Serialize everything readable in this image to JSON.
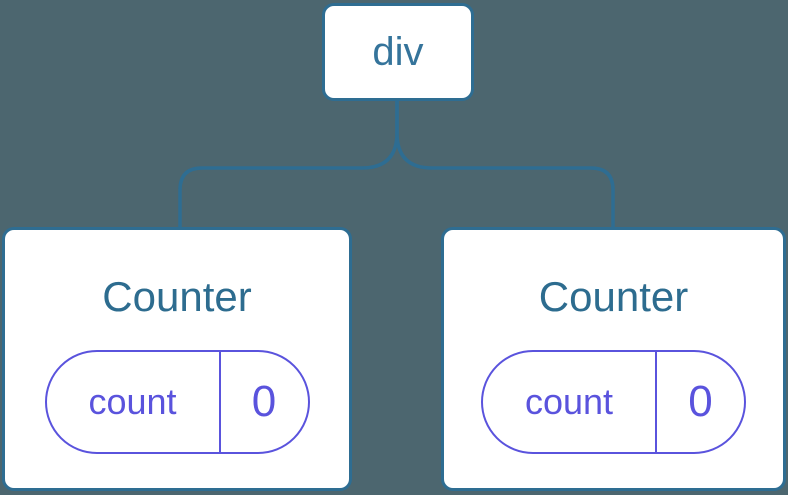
{
  "diagram": {
    "background_color": "#4C666F",
    "node_border_color": "#2E6D92",
    "node_text_color": "#2D6C8F",
    "state_color": "#5A53DD",
    "root": {
      "label": "div"
    },
    "children": [
      {
        "title": "Counter",
        "state": {
          "key": "count",
          "value": "0"
        }
      },
      {
        "title": "Counter",
        "state": {
          "key": "count",
          "value": "0"
        }
      }
    ]
  }
}
